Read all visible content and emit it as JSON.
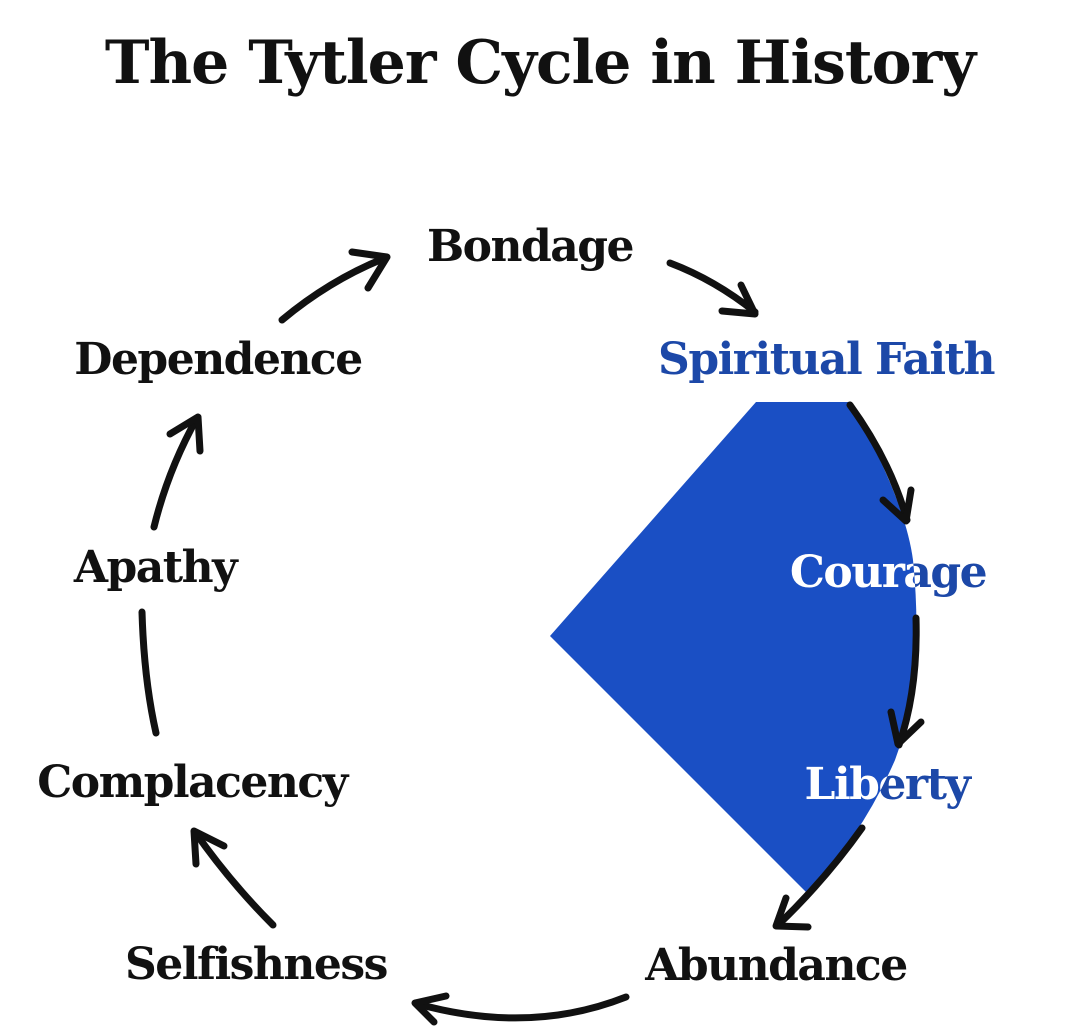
{
  "title": "The Tytler Cycle in History",
  "colors": {
    "text": "#111111",
    "highlight": "#1a4fc4",
    "highlight_text": "#1c48a8",
    "on_highlight": "#ffffff"
  },
  "stages": [
    {
      "id": "bondage",
      "label": "Bondage",
      "highlighted": false
    },
    {
      "id": "spiritual-faith",
      "label": "Spiritual Faith",
      "highlighted": true
    },
    {
      "id": "courage",
      "label": "Courage",
      "highlighted": true
    },
    {
      "id": "liberty",
      "label": "Liberty",
      "highlighted": true
    },
    {
      "id": "abundance",
      "label": "Abundance",
      "highlighted": false
    },
    {
      "id": "selfishness",
      "label": "Selfishness",
      "highlighted": false
    },
    {
      "id": "complacency",
      "label": "Complacency",
      "highlighted": false
    },
    {
      "id": "apathy",
      "label": "Apathy",
      "highlighted": false
    },
    {
      "id": "dependence",
      "label": "Dependence",
      "highlighted": false
    }
  ],
  "flow": [
    [
      "Bondage",
      "Spiritual Faith"
    ],
    [
      "Spiritual Faith",
      "Courage"
    ],
    [
      "Courage",
      "Liberty"
    ],
    [
      "Liberty",
      "Abundance"
    ],
    [
      "Abundance",
      "Selfishness"
    ],
    [
      "Selfishness",
      "Complacency"
    ],
    [
      "Complacency",
      "Apathy"
    ],
    [
      "Apathy",
      "Dependence"
    ],
    [
      "Dependence",
      "Bondage"
    ]
  ]
}
